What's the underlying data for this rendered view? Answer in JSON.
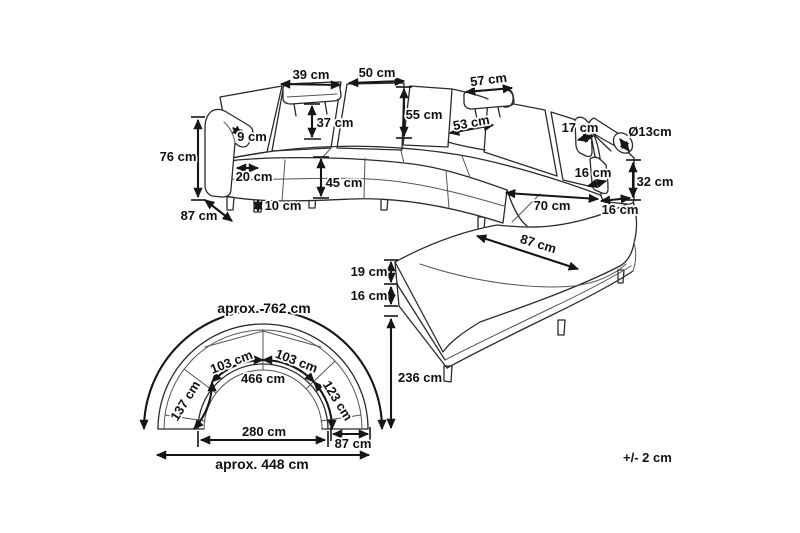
{
  "diagram": {
    "tolerance_note": "+/- 2 cm",
    "perspective_view": {
      "dims": {
        "headrest_left_width": "39 cm",
        "back_cushion_width": "50 cm",
        "headrest_right_width": "57 cm",
        "headrest_drop": "37 cm",
        "back_height": "55 cm",
        "right_cushion_width": "53 cm",
        "neck_pillow_width": "17 cm",
        "roll_pillow_diameter": "Ø13cm",
        "armrest_top_width": "9 cm",
        "overall_height": "76 cm",
        "armrest_depth": "20 cm",
        "seat_height": "45 cm",
        "leg_height": "10 cm",
        "side_depth": "87 cm",
        "side_pillow_width": "16 cm",
        "armrest_height": "32 cm",
        "seat_width": "70 cm",
        "armrest_base_depth": "16 cm",
        "chaise_depth": "87 cm",
        "chaise_cushion_height": "19 cm",
        "chaise_base_height": "16 cm",
        "overall_depth": "236 cm"
      }
    },
    "top_view": {
      "dims": {
        "outer_arc": "aprox. 762 cm",
        "inner_arc_left_segment": "103 cm",
        "inner_arc_right_segment": "103 cm",
        "inner_arc_total": "466 cm",
        "left_end_depth": "137 cm",
        "right_end_depth": "123 cm",
        "inner_diameter": "280 cm",
        "end_width": "87 cm",
        "overall_width": "aprox. 448 cm"
      }
    }
  }
}
